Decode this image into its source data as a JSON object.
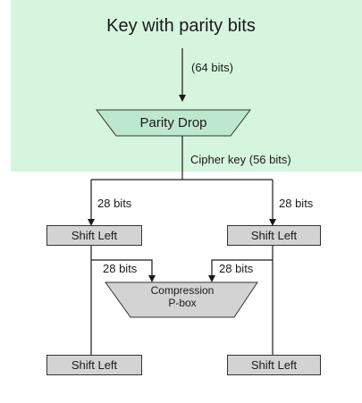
{
  "title": "Key with parity bits",
  "input_bits_label": "(64 bits)",
  "parity_drop_label": "Parity Drop",
  "cipher_key_label": "Cipher key (56 bits)",
  "left_split_label": "28 bits",
  "right_split_label": "28 bits",
  "shift_left_top_left": "Shift Left",
  "shift_left_top_right": "Shift Left",
  "left_to_pbox_label": "28 bits",
  "right_to_pbox_label": "28 bits",
  "compression_line1": "Compression",
  "compression_line2": "P-box",
  "shift_left_bottom_left": "Shift Left",
  "shift_left_bottom_right": "Shift Left",
  "colors": {
    "highlight_band": "#d6f5df",
    "parity_drop_fill": "#bde8d0",
    "box_fill": "#d3d3d3",
    "compression_fill": "#d3d3d3",
    "line": "#1a1a1a"
  }
}
